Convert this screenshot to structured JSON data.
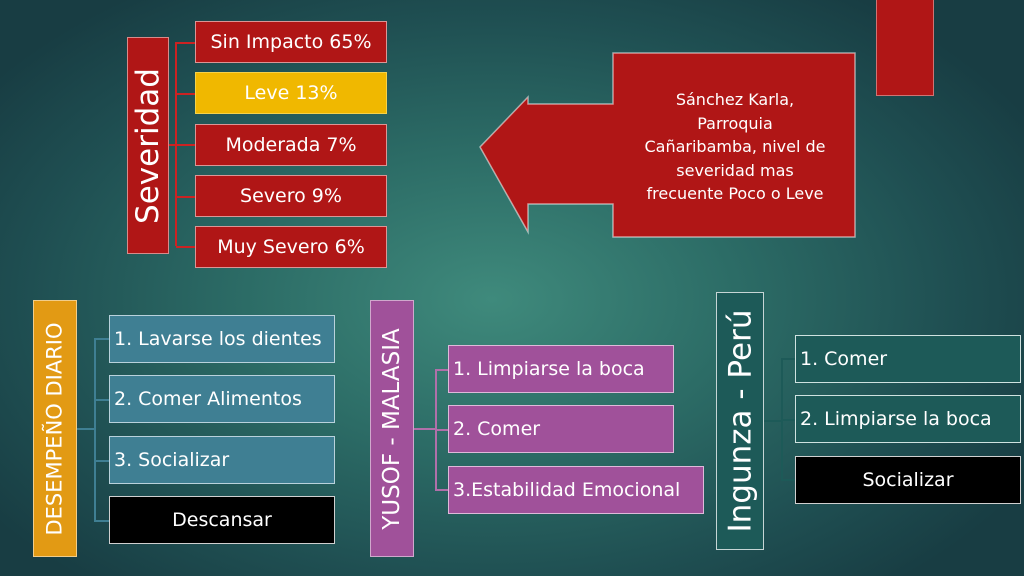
{
  "colors": {
    "red": "#b01616",
    "yellow": "#f0b800",
    "orange": "#e29a14",
    "teal": "#3f7f93",
    "purple": "#a0519a",
    "black": "#000000",
    "dark_teal": "#1d5a58"
  },
  "severidad": {
    "title": "Severidad",
    "items": [
      "Sin Impacto 65%",
      "Leve 13%",
      "Moderada 7%",
      "Severo 9%",
      "Muy Severo 6%"
    ]
  },
  "callout": {
    "text_lines": [
      "Sánchez Karla,",
      "Parroquia",
      "Cañaribamba, nivel de",
      "severidad mas",
      "frecuente Poco o Leve"
    ]
  },
  "desempeno": {
    "title": "DESEMPEÑO DIARIO",
    "items": [
      "1. Lavarse los dientes",
      "2. Comer Alimentos",
      "3. Socializar",
      "Descansar"
    ]
  },
  "yusof": {
    "title": "YUSOF - MALASIA",
    "items": [
      "1. Limpiarse la boca",
      "2. Comer",
      "3.Estabilidad Emocional"
    ]
  },
  "ingunza": {
    "title": "Ingunza - Perú",
    "items": [
      "1. Comer",
      "2. Limpiarse la boca",
      "Socializar"
    ]
  }
}
